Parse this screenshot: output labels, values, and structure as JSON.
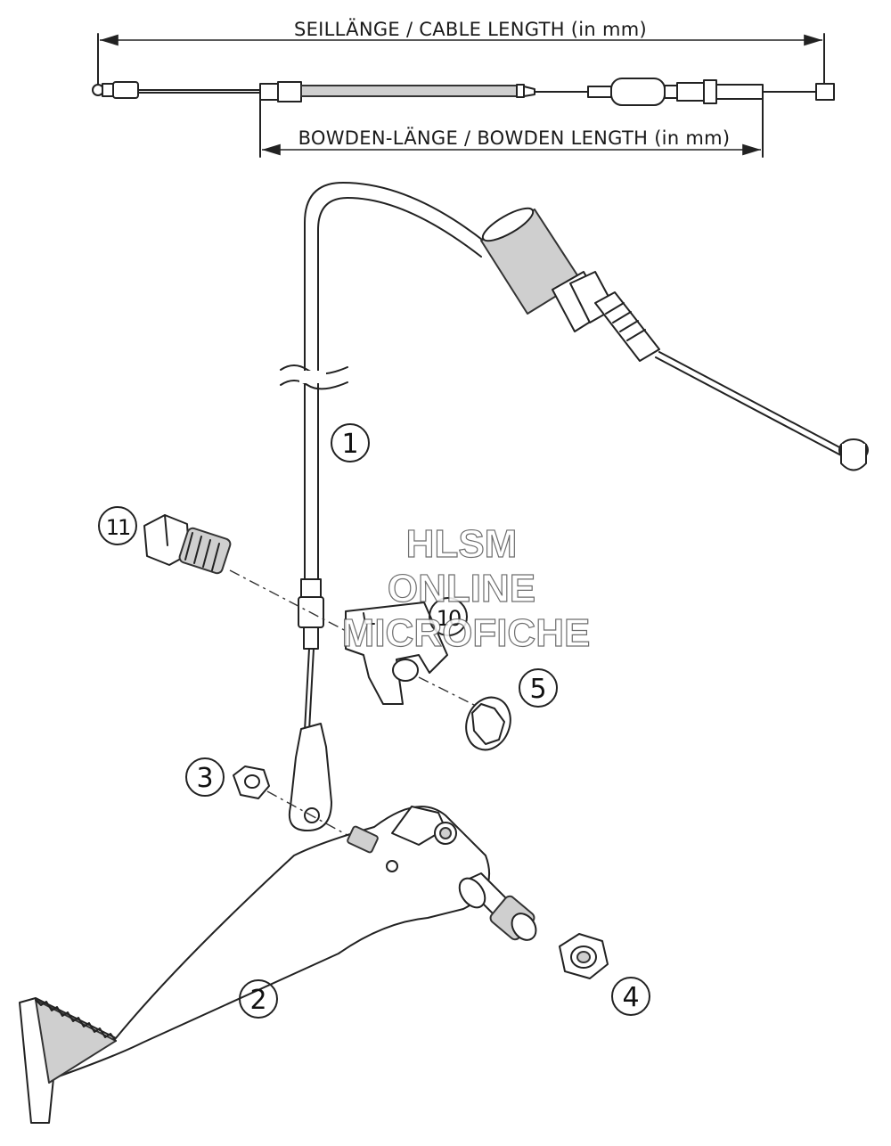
{
  "dimensions": {
    "cable_length_label": "SEILLÄNGE / CABLE LENGTH (in mm)",
    "bowden_length_label": "BOWDEN-LÄNGE / BOWDEN LENGTH (in mm)"
  },
  "callouts": [
    {
      "id": "part-1",
      "label": "1"
    },
    {
      "id": "part-2",
      "label": "2"
    },
    {
      "id": "part-3",
      "label": "3"
    },
    {
      "id": "part-4",
      "label": "4"
    },
    {
      "id": "part-5",
      "label": "5"
    },
    {
      "id": "part-10",
      "label": "10"
    },
    {
      "id": "part-11",
      "label": "11"
    }
  ],
  "watermark": {
    "line1": "HLSM",
    "line2": "ONLINE",
    "line3": "MICROFICHE"
  }
}
